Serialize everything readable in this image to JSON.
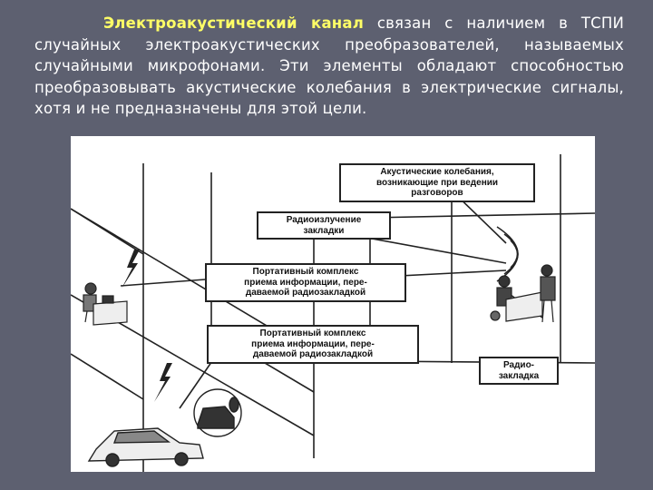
{
  "intro": {
    "keyword": "Электроакустический канал",
    "text": " связан с наличием в ТСПИ случайных электроакустических преобразователей, называемых случайными микрофонами. Эти элементы обладают способностью преобразовывать акустические колебания в электрические сигналы, хотя и не предназначены для этой цели."
  },
  "figure": {
    "callouts": {
      "acoustic": [
        "Акустические колебания,",
        "возникающие при ведении",
        "разговоров"
      ],
      "radio_emission": [
        "Радиоизлучение",
        "закладки"
      ],
      "portable_1": [
        "Портативный комплекс",
        "приема информации, пере-",
        "даваемой радиозакладкой"
      ],
      "portable_2": [
        "Портативный комплекс",
        "приема информации, пере-",
        "даваемой радиозакладкой"
      ],
      "radio_bug": [
        "Радио-",
        "закладка"
      ]
    }
  },
  "colors": {
    "background": "#5d6070",
    "keyword": "#ffff66",
    "text": "#ffffff"
  }
}
